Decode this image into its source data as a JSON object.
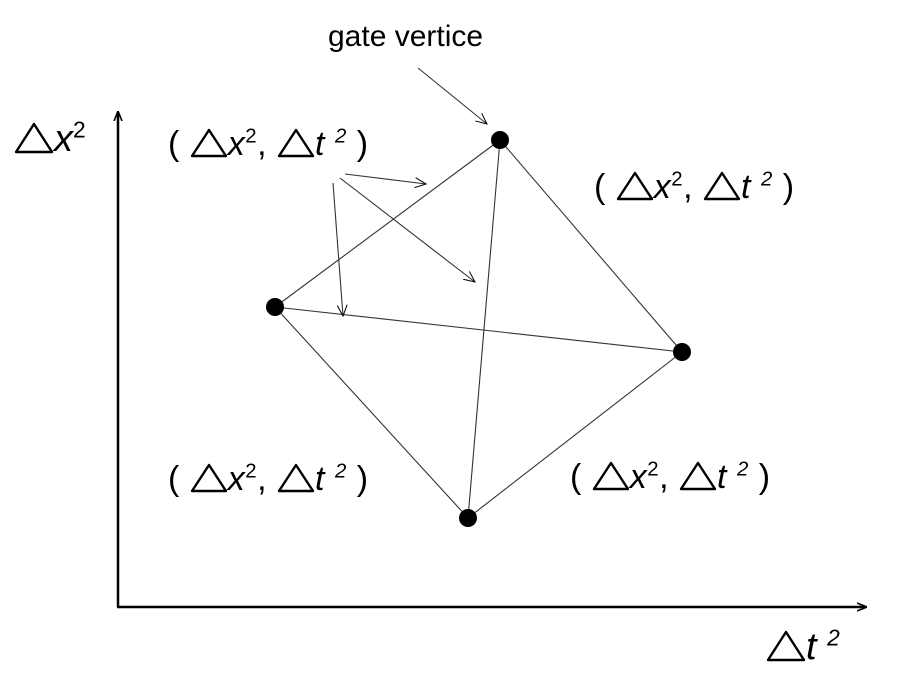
{
  "annotation": {
    "gate_label": "gate vertice"
  },
  "axes": {
    "y_label_var": "x",
    "y_label_exp": "2",
    "x_label_var": "t",
    "x_label_exp": "2"
  },
  "coordinate_labels": [
    {
      "open": "(",
      "v1": "x",
      "e1": "2",
      "sep": ",",
      "v2": "t",
      "e2": "2",
      "close": ")"
    },
    {
      "open": "(",
      "v1": "x",
      "e1": "2",
      "sep": ",",
      "v2": "t",
      "e2": "2",
      "close": ")"
    },
    {
      "open": "(",
      "v1": "x",
      "e1": "2",
      "sep": ",",
      "v2": "t",
      "e2": "2",
      "close": ")"
    },
    {
      "open": "(",
      "v1": "x",
      "e1": "2",
      "sep": ",",
      "v2": "t",
      "e2": "2",
      "close": ")"
    }
  ],
  "vertices": [
    "top",
    "left",
    "right",
    "bottom"
  ],
  "colors": {
    "ink": "#000000",
    "background": "#ffffff"
  }
}
